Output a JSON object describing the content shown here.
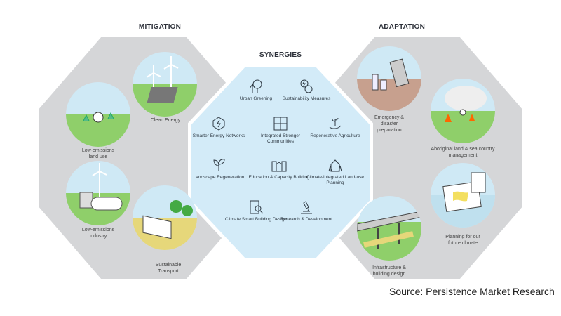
{
  "headings": {
    "mitigation": "MITIGATION",
    "synergies": "SYNERGIES",
    "adaptation": "ADAPTATION"
  },
  "mitigation": [
    {
      "label": "Low-emissions land use",
      "icon": "planting-illustration"
    },
    {
      "label": "Clean Energy",
      "icon": "wind-solar-illustration"
    },
    {
      "label": "Low-emissions industry",
      "icon": "hydrogen-industry-illustration"
    },
    {
      "label": "Sustainable Transport",
      "icon": "tram-illustration"
    }
  ],
  "synergies": [
    {
      "label": "Urban Greening",
      "icon": "trees-icon"
    },
    {
      "label": "Sustainability Measures",
      "icon": "energy-water-cycle-icon"
    },
    {
      "label": "Smarter Energy Networks",
      "icon": "energy-network-icon"
    },
    {
      "label": "Integrated Stronger Communities",
      "icon": "puzzle-icon"
    },
    {
      "label": "Regenerative Agriculture",
      "icon": "seedling-hand-icon"
    },
    {
      "label": "Landscape Regeneration",
      "icon": "leaves-icon"
    },
    {
      "label": "Education & Capacity Building",
      "icon": "buildings-icon"
    },
    {
      "label": "Climate-integrated Land-use Planning",
      "icon": "house-trees-icon"
    },
    {
      "label": "Climate Smart Building Design",
      "icon": "building-magnifier-icon"
    },
    {
      "label": "Research & Development",
      "icon": "microscope-icon"
    }
  ],
  "adaptation": [
    {
      "label": "Emergency & disaster preparation",
      "icon": "emergency-kit-illustration"
    },
    {
      "label": "Aboriginal land & sea country management",
      "icon": "fire-management-illustration"
    },
    {
      "label": "Planning for our future climate",
      "icon": "planning-map-illustration"
    },
    {
      "label": "Infrastructure & building design",
      "icon": "bridge-illustration"
    }
  ],
  "source": "Source: Persistence Market Research",
  "colors": {
    "outer": "#d5d6d8",
    "center": "#d3ebf8",
    "grass": "#8fcf6a",
    "sky": "#cfe9f5",
    "icon": "#2f3a44"
  }
}
